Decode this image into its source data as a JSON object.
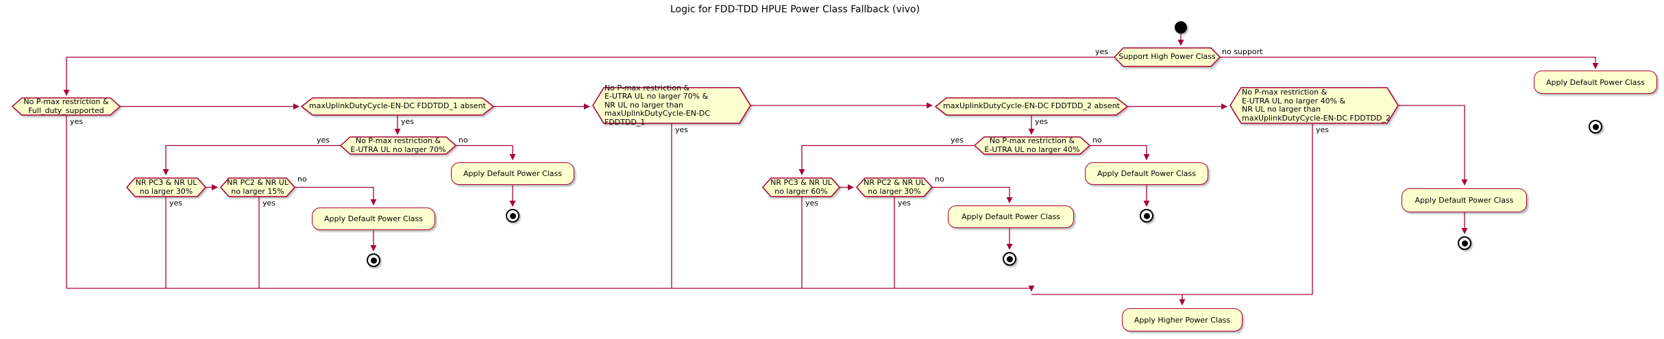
{
  "diagram": {
    "title": "Logic for FDD-TDD HPUE Power Class Fallback (vivo)"
  },
  "labels": {
    "yes": "yes",
    "no": "no",
    "no_support": "no support"
  },
  "nodes": {
    "support_high_power_class": "Support High Power Class",
    "no_pmax_full_duty": "No P-max restriction &\nFull_duty_supported",
    "max_duty_fddtdd1_absent": "maxUplinkDutyCycle-EN-DC FDDTDD_1 absent",
    "no_pmax_eutra_70": "No P-max restriction &\nE-UTRA UL no larger 70%",
    "no_pmax_eutra70_nr_duty1": "No P-max restriction &\nE-UTRA UL no larger 70% &\nNR UL no larger than\nmaxUplinkDutyCycle-EN-DC FDDTDD_1",
    "nr_pc3_30": "NR PC3 & NR UL\nno larger 30%",
    "nr_pc2_15": "NR PC2 & NR UL\nno larger 15%",
    "max_duty_fddtdd2_absent": "maxUplinkDutyCycle-EN-DC FDDTDD_2 absent",
    "no_pmax_eutra_40": "No P-max restriction &\nE-UTRA UL no larger 40%",
    "no_pmax_eutra40_nr_duty2": "No P-max restriction &\nE-UTRA UL no larger 40% &\nNR UL no larger than\nmaxUplinkDutyCycle-EN-DC FDDTDD_2",
    "nr_pc3_60": "NR PC3 & NR UL\nno larger 60%",
    "nr_pc2_30": "NR PC2 & NR UL\nno larger 30%",
    "apply_default": "Apply Default Power Class",
    "apply_higher": "Apply Higher Power Class"
  },
  "colors": {
    "node_fill": "#FEFECE",
    "node_border": "#A80036",
    "edge": "#A80036",
    "text": "#000000"
  }
}
